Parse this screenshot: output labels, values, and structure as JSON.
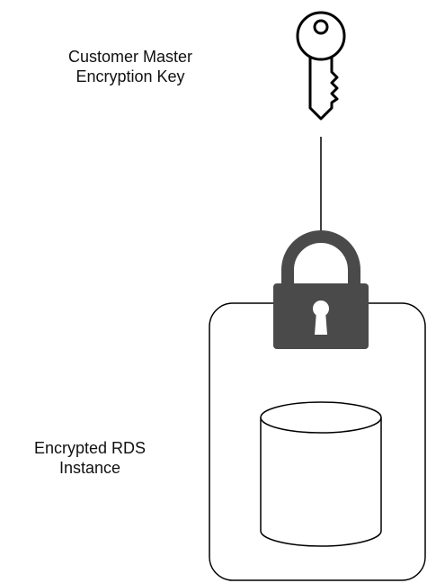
{
  "key_label": {
    "line1": "Customer Master",
    "line2": "Encryption Key"
  },
  "rds_label": {
    "line1": "Encrypted RDS",
    "line2": "Instance"
  },
  "icons": {
    "key": "key-icon",
    "lock": "padlock-icon",
    "database": "database-cylinder-icon"
  },
  "colors": {
    "stroke": "#000000",
    "lock_fill": "#4a4a4a",
    "background": "#ffffff"
  }
}
